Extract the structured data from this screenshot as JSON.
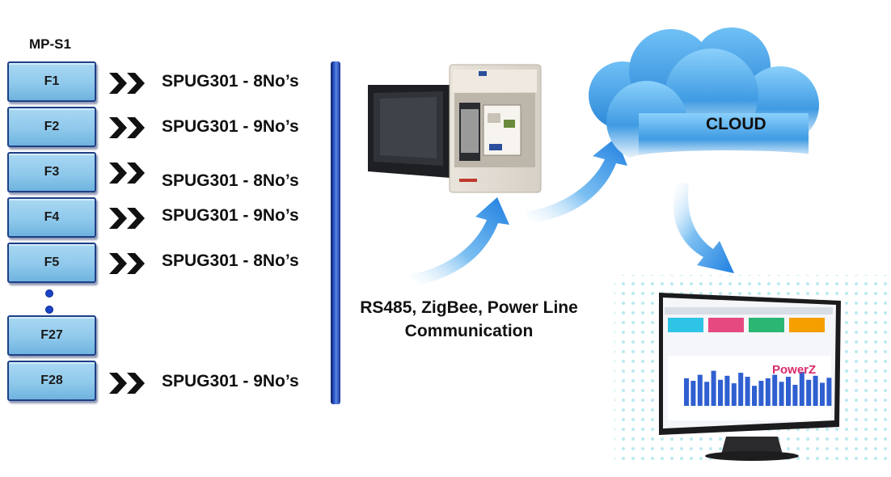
{
  "meter_panel": {
    "title": "MP-S1"
  },
  "feeders": [
    {
      "name": "F1",
      "label": "SPUG301 - 8No’s"
    },
    {
      "name": "F2",
      "label": "SPUG301 - 9No’s"
    },
    {
      "name": "F3",
      "label": "SPUG301 - 8No’s"
    },
    {
      "name": "F4",
      "label": "SPUG301 - 9No’s"
    },
    {
      "name": "F5",
      "label": "SPUG301 - 8No’s"
    },
    {
      "name": "F27",
      "label": ""
    },
    {
      "name": "F28",
      "label": "SPUG301 - 9No’s"
    }
  ],
  "communication": {
    "line1": "RS485, ZigBee, Power Line",
    "line2": "Communication"
  },
  "cloud": {
    "label": "CLOUD"
  },
  "dashboard": {
    "brand": "PowerZ",
    "bar_heights": [
      0.55,
      0.5,
      0.62,
      0.48,
      0.7,
      0.52,
      0.6,
      0.45,
      0.66,
      0.58,
      0.4,
      0.5,
      0.55,
      0.62,
      0.48,
      0.58,
      0.42,
      0.68,
      0.52,
      0.6,
      0.46,
      0.56
    ]
  },
  "colors": {
    "button_top": "#a9d8f2",
    "button_border": "#1e3f86",
    "arrow_blue": "#3a8ee8",
    "bus_blue": "#1b3592",
    "cloud_blue": "#4aa6e6"
  }
}
